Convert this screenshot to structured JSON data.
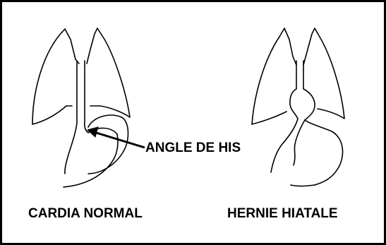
{
  "diagram": {
    "labels": {
      "angle": "ANGLE DE HIS",
      "normal": "CARDIA NORMAL",
      "hernie": "HERNIE HIATALE"
    },
    "colors": {
      "stroke": "#000000",
      "background": "#ffffff"
    }
  }
}
